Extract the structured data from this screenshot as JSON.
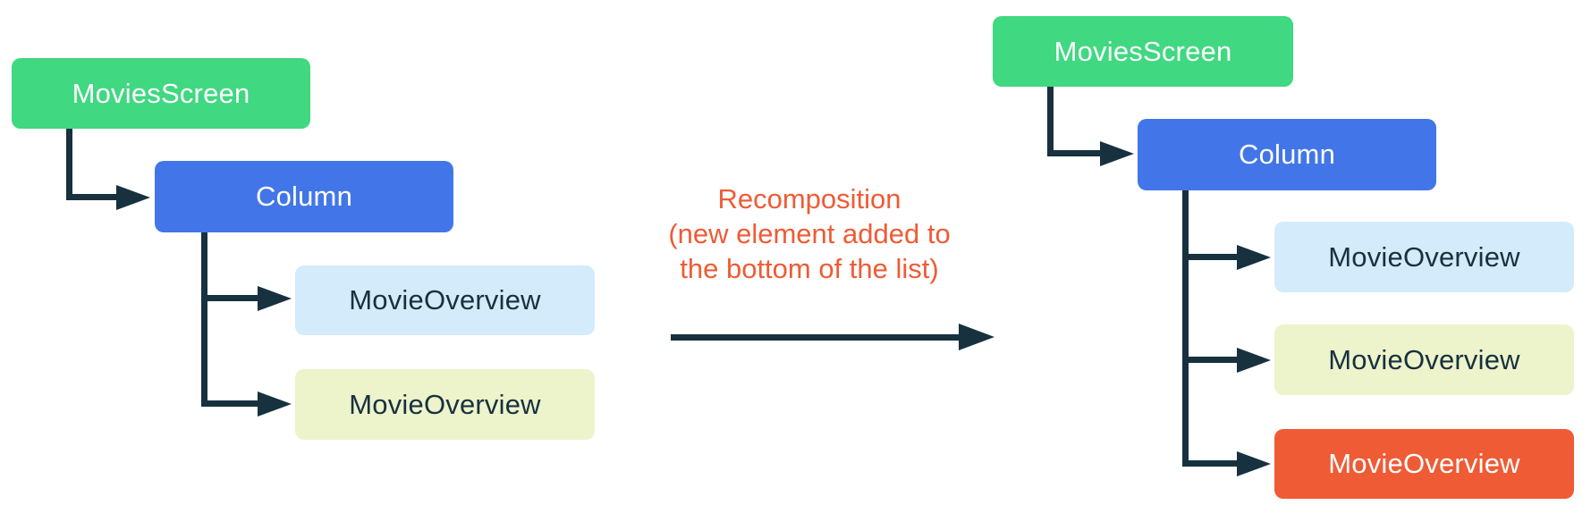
{
  "annotation": {
    "line1": "Recomposition",
    "line2": "(new element added to",
    "line3": "the bottom of the list)"
  },
  "before_tree": {
    "root": "MoviesScreen",
    "container": "Column",
    "items": [
      {
        "label": "MovieOverview"
      },
      {
        "label": "MovieOverview"
      }
    ]
  },
  "after_tree": {
    "root": "MoviesScreen",
    "container": "Column",
    "items": [
      {
        "label": "MovieOverview"
      },
      {
        "label": "MovieOverview"
      },
      {
        "label": "MovieOverview",
        "status": "new"
      }
    ]
  },
  "colors": {
    "root_green": "#40d881",
    "column_blue": "#4276e8",
    "item_light_blue": "#d4ebfb",
    "item_light_yellow": "#edf3cb",
    "item_new_orange": "#ef5b35",
    "connector_dark": "#17313f",
    "annotation_text": "#ef5b35",
    "text_on_dark": "#ffffff",
    "text_on_light": "#17313f"
  }
}
